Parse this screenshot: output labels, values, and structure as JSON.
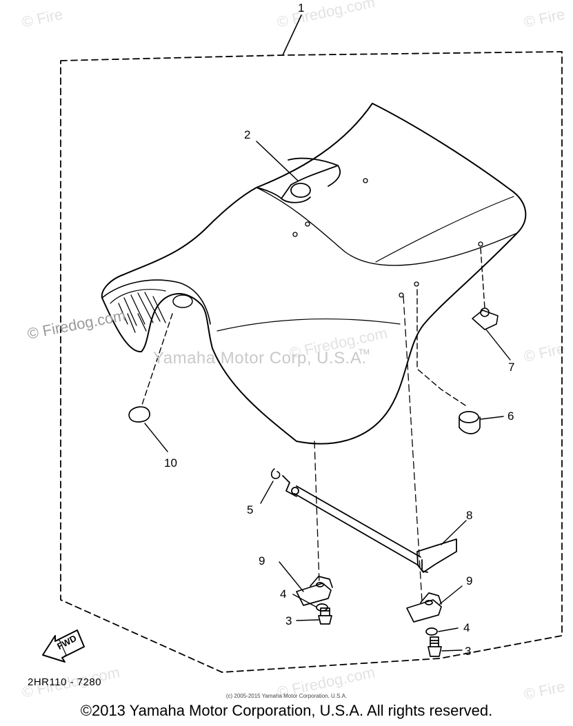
{
  "watermarks": {
    "brand": "© Firedog.com",
    "brand_short": "© Fire",
    "corp": "Yamaha Motor Corp, U.S.A.",
    "tm": "TM"
  },
  "callouts": {
    "c1": "1",
    "c2": "2",
    "c3a": "3",
    "c3b": "3",
    "c4a": "4",
    "c4b": "4",
    "c5": "5",
    "c6": "6",
    "c7": "7",
    "c8": "8",
    "c9a": "9",
    "c9b": "9",
    "c10": "10"
  },
  "fwd_label": "FWD",
  "diagram_code": "2HR110 - 7280",
  "small_copyright": "(c) 2005-2015 Yamaha Motor Corporation, U.S.A.",
  "footer": "©2013 Yamaha Motor Corporation, U.S.A. All rights reserved."
}
